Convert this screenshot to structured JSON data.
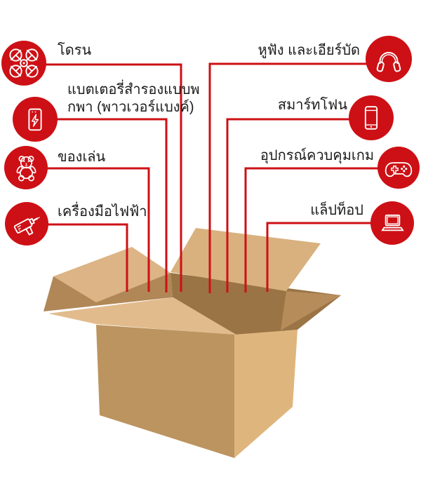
{
  "colors": {
    "accent_red": "#CD1015",
    "text": "#1B1B1B",
    "box_flap_light": "#DCB485",
    "box_face_medium": "#BC9460",
    "box_face_right": "#DFB57E",
    "box_rim_band": "#E2BB8D",
    "box_interior_dark": "#9A7445"
  },
  "illustration": {
    "name": "open-cardboard-box"
  },
  "callouts": {
    "left": [
      {
        "label": "โดรน",
        "icon": "drone-icon"
      },
      {
        "label": "แบตเตอรี่สำรองแบบพ\nกพา (พาวเวอร์แบงค์)",
        "icon": "power-bank-icon"
      },
      {
        "label": "ของเล่น",
        "icon": "teddy-bear-icon"
      },
      {
        "label": "เครื่องมือไฟฟ้า",
        "icon": "power-drill-icon"
      }
    ],
    "right": [
      {
        "label": "หูฟัง และเอียร์บัด",
        "icon": "headphones-icon"
      },
      {
        "label": "สมาร์ทโฟน",
        "icon": "smartphone-icon"
      },
      {
        "label": "อุปกรณ์ควบคุมเกม",
        "icon": "game-controller-icon"
      },
      {
        "label": "แล็ปท็อป",
        "icon": "laptop-icon"
      }
    ]
  }
}
